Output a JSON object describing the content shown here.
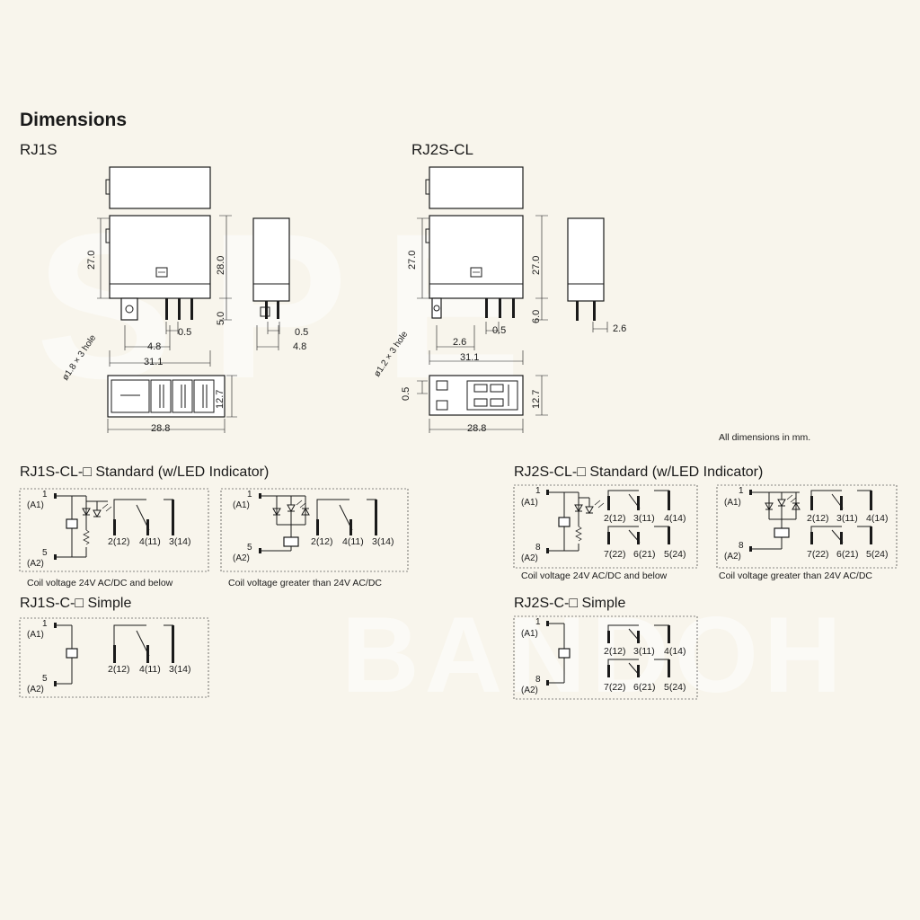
{
  "heading": "Dimensions",
  "watermark": {
    "top": "SPE",
    "bottom": "BANDOH"
  },
  "rj1s": {
    "model": "RJ1S",
    "dims": {
      "d27": "27.0",
      "d28": "28.0",
      "d5": "5.0",
      "d05": "0.5",
      "d48": "4.8",
      "d48b": "4.8",
      "d311": "31.1",
      "d127": "12.7",
      "d288": "28.8",
      "hole": "ø1.8 × 3 hole"
    }
  },
  "rj2s": {
    "model": "RJ2S-CL",
    "dims": {
      "d27": "27.0",
      "d27b": "27.0",
      "d6": "6.0",
      "d05": "0.5",
      "d26": "2.6",
      "d26b": "2.6",
      "d311": "31.1",
      "d127": "12.7",
      "d288": "28.8",
      "d05b": "0.5",
      "hole": "ø1.2 × 3 hole"
    }
  },
  "units_note": "All dimensions in mm.",
  "sections": {
    "rj1s_cl": "RJ1S-CL-□ Standard (w/LED Indicator)",
    "rj2s_cl": "RJ2S-CL-□ Standard (w/LED Indicator)",
    "rj1s_c": "RJ1S-C-□ Simple",
    "rj2s_c": "RJ2S-C-□ Simple"
  },
  "captions": {
    "low": "Coil voltage 24V AC/DC and below",
    "high": "Coil voltage greater than 24V AC/DC"
  },
  "terminals": {
    "t1": "1",
    "a1": "(A1)",
    "t5": "5",
    "a2": "(A2)",
    "t8": "8",
    "nc1": "2(12)",
    "com1": "4(11)",
    "no1": "3(14)",
    "r1a": "2(12)",
    "r1b": "3(11)",
    "r1c": "4(14)",
    "r2a": "7(22)",
    "r2b": "6(21)",
    "r2c": "5(24)"
  }
}
